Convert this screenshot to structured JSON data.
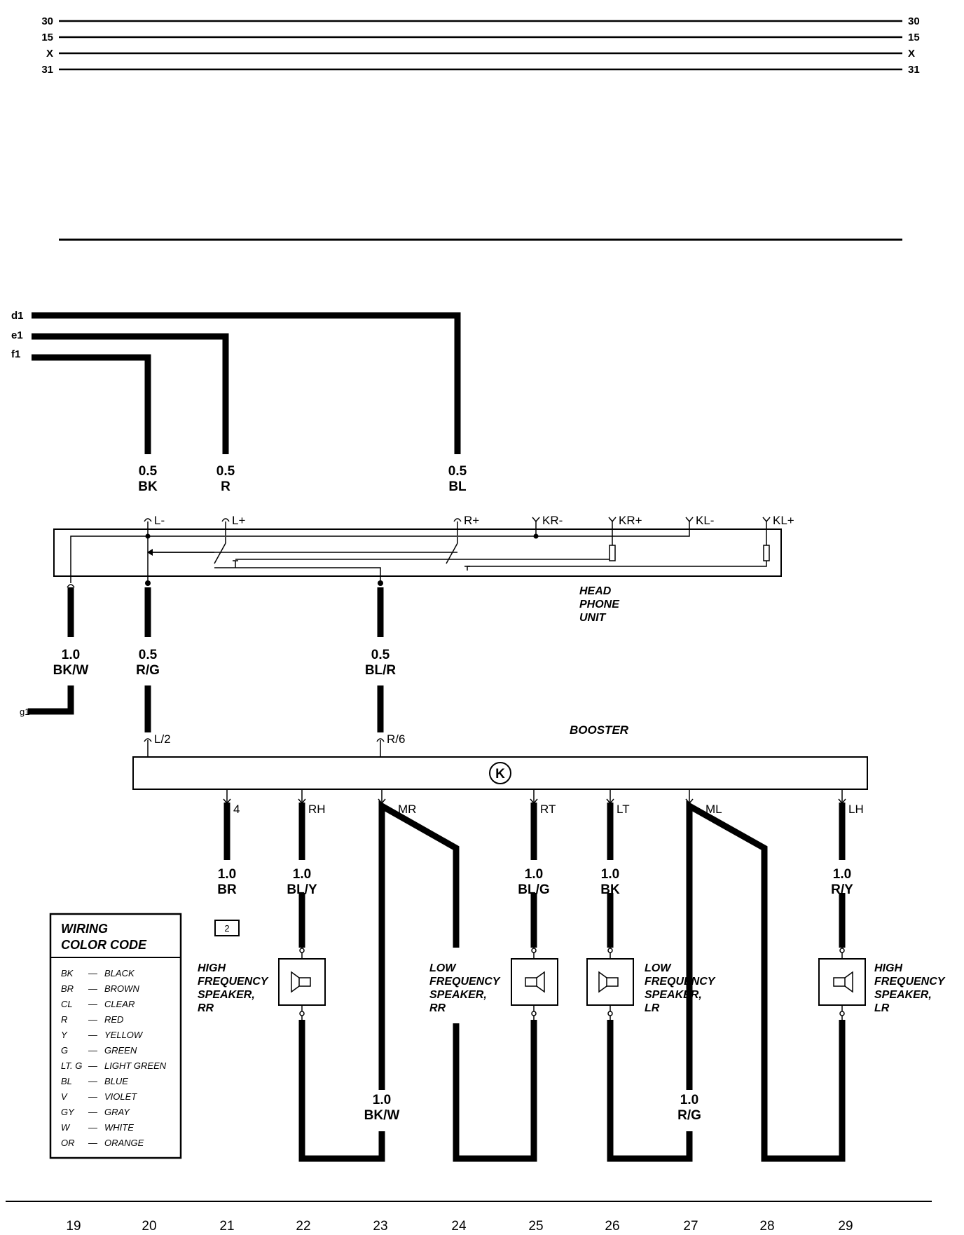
{
  "bus_labels": [
    "30",
    "15",
    "X",
    "31"
  ],
  "inputs": [
    "d1",
    "e1",
    "f1",
    "g1"
  ],
  "wires": {
    "f1": {
      "size": "0.5",
      "color": "BK"
    },
    "e1": {
      "size": "0.5",
      "color": "R"
    },
    "d1": {
      "size": "0.5",
      "color": "BL"
    },
    "g1": {
      "size": "1.0",
      "color": "BK/W"
    },
    "l2": {
      "size": "0.5",
      "color": "R/G"
    },
    "r6": {
      "size": "0.5",
      "color": "BL/R"
    },
    "t4": {
      "size": "1.0",
      "color": "BR"
    },
    "rh": {
      "size": "1.0",
      "color": "BL/Y"
    },
    "mr": {
      "size": "1.0",
      "color": "BK/W"
    },
    "rt": {
      "size": "1.0",
      "color": "BL/G"
    },
    "lt": {
      "size": "1.0",
      "color": "BK"
    },
    "ml": {
      "size": "1.0",
      "color": "R/G"
    },
    "lh": {
      "size": "1.0",
      "color": "R/Y"
    }
  },
  "headphone_unit": {
    "lines": [
      "HEAD",
      "PHONE",
      "UNIT"
    ],
    "pins": [
      "L-",
      "L+",
      "R+",
      "KR-",
      "KR+",
      "KL-",
      "KL+"
    ]
  },
  "booster": {
    "label": "BOOSTER",
    "symbol": "K",
    "inputs": [
      "L/2",
      "R/6"
    ],
    "outputs": [
      "4",
      "RH",
      "MR",
      "RT",
      "LT",
      "ML",
      "LH"
    ]
  },
  "ground_ref": "2",
  "speakers": {
    "hf_rr": [
      "HIGH",
      "FREQUENCY",
      "SPEAKER,",
      "RR"
    ],
    "lf_rr": [
      "LOW",
      "FREQUENCY",
      "SPEAKER,",
      "RR"
    ],
    "lf_lr": [
      "LOW",
      "FREQUENCY",
      "SPEAKER,",
      "LR"
    ],
    "hf_lr": [
      "HIGH",
      "FREQUENCY",
      "SPEAKER,",
      "LR"
    ]
  },
  "legend": {
    "title": [
      "WIRING",
      "COLOR CODE"
    ],
    "items": [
      {
        "code": "BK",
        "name": "BLACK"
      },
      {
        "code": "BR",
        "name": "BROWN"
      },
      {
        "code": "CL",
        "name": "CLEAR"
      },
      {
        "code": "R",
        "name": "RED"
      },
      {
        "code": "Y",
        "name": "YELLOW"
      },
      {
        "code": "G",
        "name": "GREEN"
      },
      {
        "code": "LT. G",
        "name": "LIGHT GREEN"
      },
      {
        "code": "BL",
        "name": "BLUE"
      },
      {
        "code": "V",
        "name": "VIOLET"
      },
      {
        "code": "GY",
        "name": "GRAY"
      },
      {
        "code": "W",
        "name": "WHITE"
      },
      {
        "code": "OR",
        "name": "ORANGE"
      }
    ]
  },
  "grid_numbers": [
    "19",
    "20",
    "21",
    "22",
    "23",
    "24",
    "25",
    "26",
    "27",
    "28",
    "29"
  ]
}
